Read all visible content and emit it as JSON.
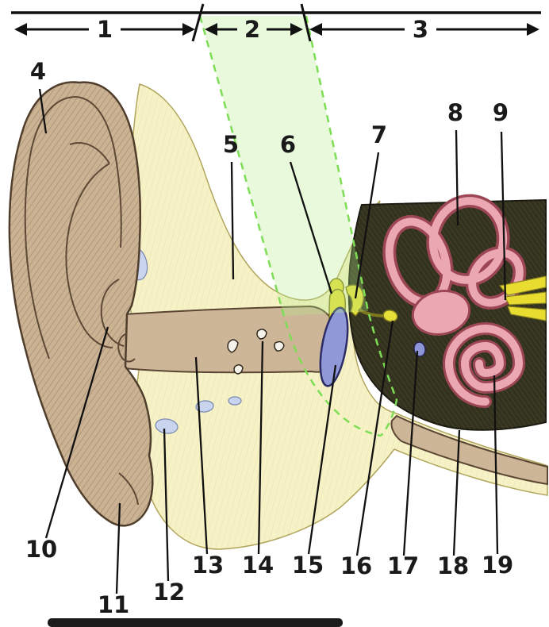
{
  "figure": {
    "region_markers": [
      {
        "label": "1"
      },
      {
        "label": "2"
      },
      {
        "label": "3"
      }
    ],
    "part_labels": [
      {
        "label": "4"
      },
      {
        "label": "5"
      },
      {
        "label": "6"
      },
      {
        "label": "7"
      },
      {
        "label": "8"
      },
      {
        "label": "9"
      },
      {
        "label": "10"
      },
      {
        "label": "11"
      },
      {
        "label": "12"
      },
      {
        "label": "13"
      },
      {
        "label": "14"
      },
      {
        "label": "15"
      },
      {
        "label": "16"
      },
      {
        "label": "17"
      },
      {
        "label": "18"
      },
      {
        "label": "19"
      }
    ]
  },
  "colors": {
    "temporal_bone": "#f6f2c6",
    "skin": "#cab293",
    "ear_canal_skin": "#cdb697",
    "eardrum": "#9198d8",
    "ossicles": "#e6df39",
    "labyrinth": "#eba7b2",
    "labyrinth_outline": "#9c4655",
    "cavity_dark": "#32321e",
    "region_band": "#b4ec8c",
    "band_dashed": "#7ddd55",
    "nerves": "#e8dc30",
    "cartilage_blue": "#c9d4ee",
    "line": "#111111"
  }
}
